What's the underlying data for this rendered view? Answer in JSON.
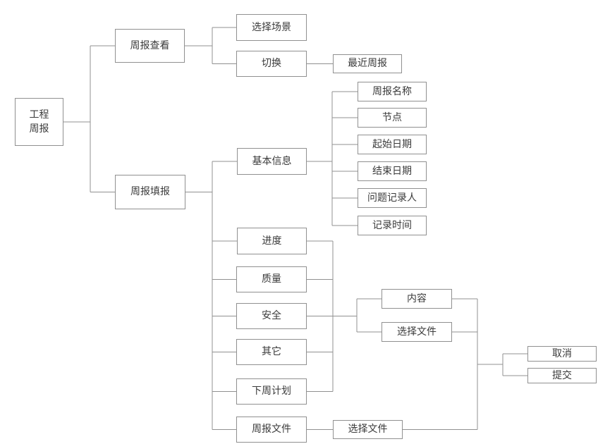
{
  "diagram": {
    "nodes": {
      "root": [
        "工程",
        "周报"
      ],
      "view": "周报查看",
      "select_scene": "选择场景",
      "switch": "切换",
      "recent_report": "最近周报",
      "fill": "周报填报",
      "basic_info": "基本信息",
      "report_name": "周报名称",
      "node": "节点",
      "start_date": "起始日期",
      "end_date": "结束日期",
      "issue_recorder": "问题记录人",
      "record_time": "记录时间",
      "progress": "进度",
      "quality": "质量",
      "safety": "安全",
      "other": "其它",
      "next_week_plan": "下周计划",
      "report_file": "周报文件",
      "content": "内容",
      "select_file_1": "选择文件",
      "select_file_2": "选择文件",
      "cancel": "取消",
      "submit": "提交"
    },
    "colors": {
      "line": "#909090",
      "box_border": "#909090",
      "text": "#3a3a3a",
      "background": "#ffffff"
    }
  }
}
